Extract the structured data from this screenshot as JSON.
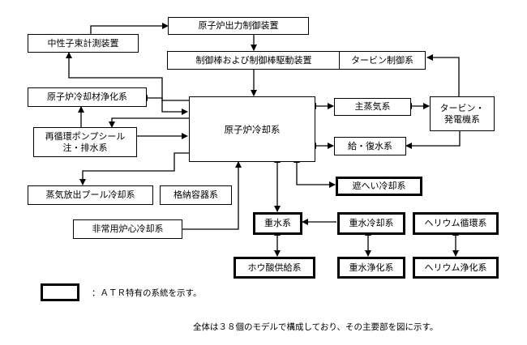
{
  "boxes": {
    "neutron": "中性子束計測装置",
    "power_ctrl": "原子炉出力制御装置",
    "rod_drive": "制御棒および制御棒駆動装置",
    "turbine_ctrl": "タービン制御系",
    "cleanup": "原子炉冷却材浄化系",
    "recirc_line1": "再循環ポンプシール",
    "recirc_line2": "注・排水系",
    "core": "原子炉冷却系",
    "main_steam": "主蒸気系",
    "turbine_gen_line1": "タービン・",
    "turbine_gen_line2": "発電機系",
    "feedwater": "給・復水系",
    "shield_cooling": "遮へい冷却系",
    "steam_pool": "蒸気放出プール冷却系",
    "containment": "格納容器系",
    "eccs": "非常用炉心冷却系",
    "heavy_water": "重水系",
    "hw_cooling": "重水冷却系",
    "helium_circ": "ヘリウム循環系",
    "boric_acid": "ホウ酸供給系",
    "hw_cleanup": "重水浄化系",
    "helium_cleanup": "ヘリウム浄化系"
  },
  "legend": {
    "text": "：ＡＴＲ特有の系統を示す。"
  },
  "footnote": "全体は３８個のモデルで構成しており、その主要部を図に示す。"
}
